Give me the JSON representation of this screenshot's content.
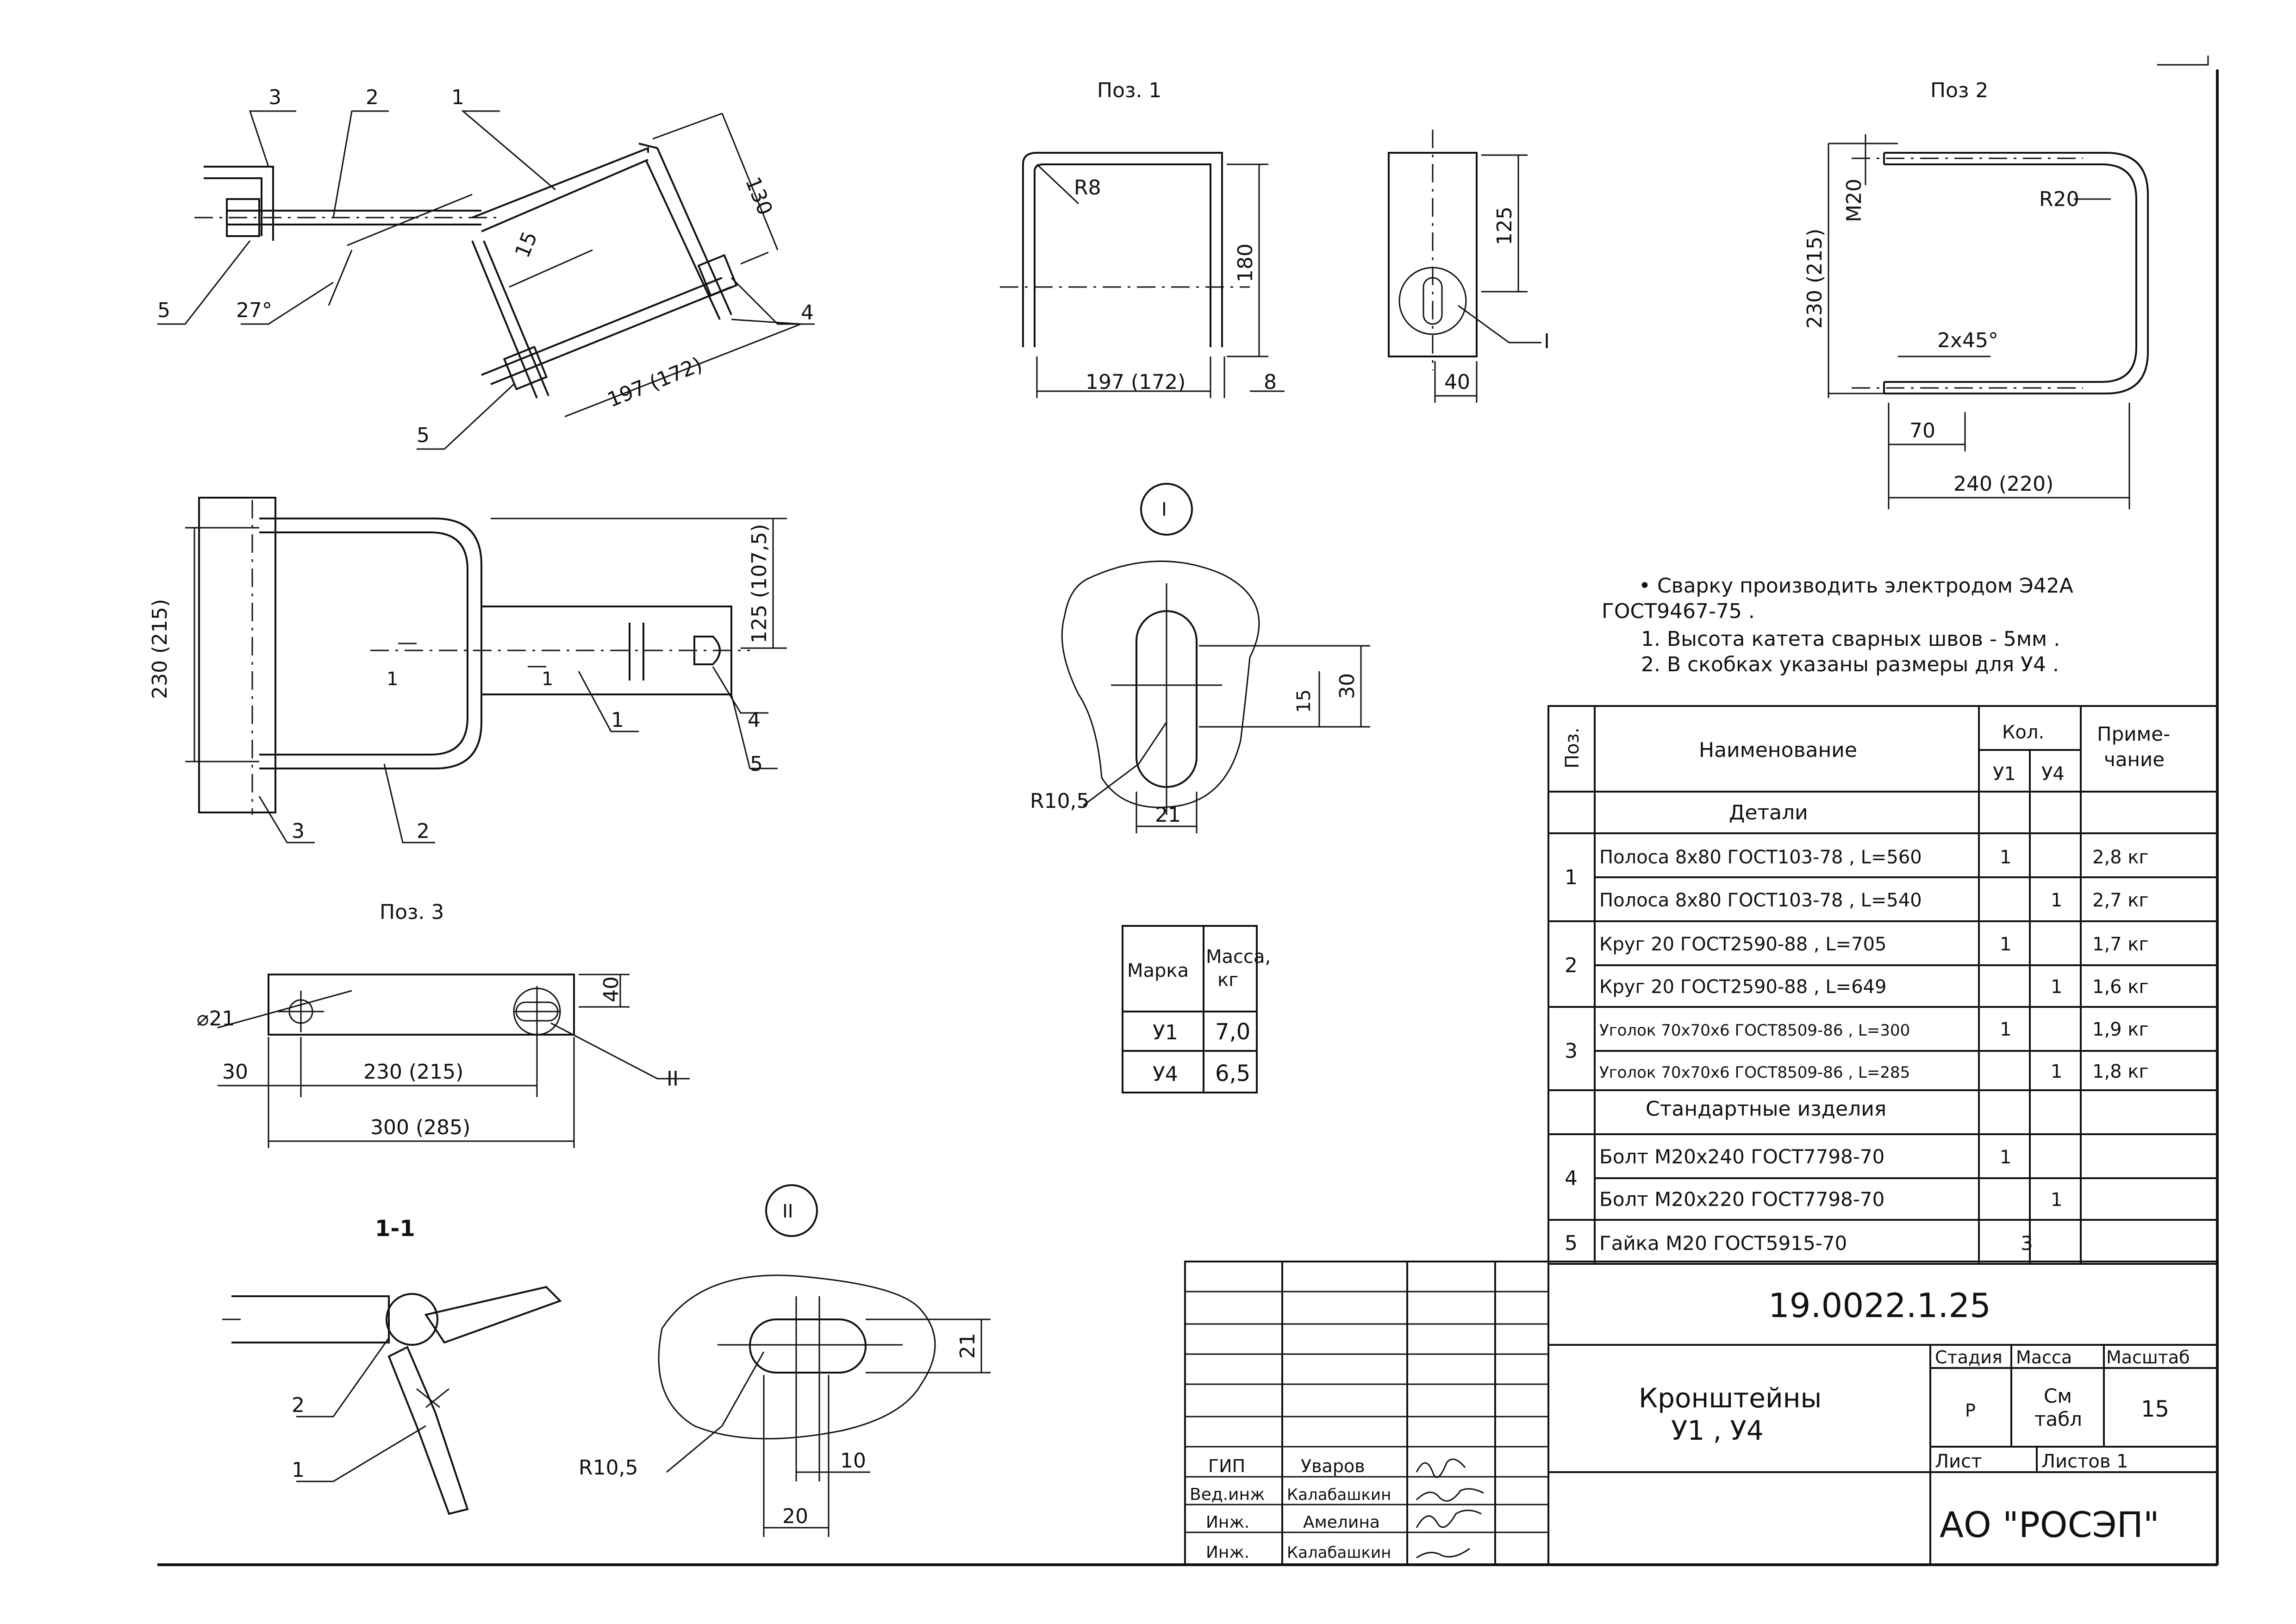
{
  "drawing": {
    "doc_code": "19.0022.1.25",
    "title_line1": "Кронштейны",
    "title_line2": "У1 , У4",
    "company": "АО  \"РОСЭП\"",
    "stage_header": "Стадия",
    "mass_header": "Масса",
    "scale_header": "Масштаб",
    "stage_value": "Р",
    "mass_value_1": "См",
    "mass_value_2": "табл",
    "scale_value": "15",
    "sheet_label": "Лист",
    "sheets_label": "Листов  1",
    "signatures": [
      {
        "role": "ГИП",
        "name": "Уваров"
      },
      {
        "role": "Вед.инж",
        "name": "Калабашкин"
      },
      {
        "role": "Инж.",
        "name": "Амелина"
      },
      {
        "role": "Инж.",
        "name": "Калабашкин"
      }
    ]
  },
  "notes": {
    "line1": "• Сварку производить электродом Э42А",
    "line2": "ГОСТ9467-75 .",
    "line3": "1. Высота катета сварных швов - 5мм .",
    "line4": "2. В скобках указаны  размеры для У4 ."
  },
  "spec_table": {
    "col_pos": "Поз.",
    "col_name": "Наименование",
    "col_qty": "Кол.",
    "col_u1": "У1",
    "col_u4": "У4",
    "col_note1": "Приме-",
    "col_note2": "чание",
    "section_details": "Детали",
    "section_standard": "Стандартные изделия",
    "rows": [
      {
        "pos": "1",
        "name": "Полоса  8х80  ГОСТ103-78 , L=560",
        "u1": "1",
        "u4": "",
        "note": "2,8  кг"
      },
      {
        "pos": "",
        "name": "Полоса  8х80  ГОСТ103-78 , L=540",
        "u1": "",
        "u4": "1",
        "note": "2,7  кг"
      },
      {
        "pos": "2",
        "name": "Круг  20  ГОСТ2590-88 , L=705",
        "u1": "1",
        "u4": "",
        "note": "1,7  кг"
      },
      {
        "pos": "",
        "name": "Круг  20  ГОСТ2590-88 , L=649",
        "u1": "",
        "u4": "1",
        "note": "1,6  кг"
      },
      {
        "pos": "3",
        "name": "Уголок 70х70х6 ГОСТ8509-86 , L=300",
        "u1": "1",
        "u4": "",
        "note": "1,9  кг"
      },
      {
        "pos": "",
        "name": "Уголок 70х70х6 ГОСТ8509-86 , L=285",
        "u1": "",
        "u4": "1",
        "note": "1,8  кг"
      },
      {
        "pos": "4",
        "name": "Болт  М20х240  ГОСТ7798-70",
        "u1": "1",
        "u4": "",
        "note": ""
      },
      {
        "pos": "",
        "name": "Болт  М20х220  ГОСТ7798-70",
        "u1": "",
        "u4": "1",
        "note": ""
      },
      {
        "pos": "5",
        "name": "Гайка  М20  ГОСТ5915-70",
        "u1": "3",
        "u4": "",
        "note": ""
      }
    ]
  },
  "mass_table": {
    "col_mark": "Марка",
    "col_mass1": "Масса,",
    "col_mass2": "кг",
    "rows": [
      {
        "mark": "У1",
        "mass": "7,0"
      },
      {
        "mark": "У4",
        "mass": "6,5"
      }
    ]
  },
  "views": {
    "pos1_title": "Поз. 1",
    "pos2_title": "Поз  2",
    "pos3_title": "Поз. 3",
    "section_title": "1-1",
    "detail_I": "I",
    "detail_II": "II"
  },
  "dims": {
    "iso_130": "130",
    "iso_15": "15",
    "iso_197": "197  (172)",
    "iso_27": "27°",
    "iso_l1": "1",
    "iso_l2": "2",
    "iso_l3": "3",
    "iso_l4": "4",
    "iso_l5a": "5",
    "iso_l5b": "5",
    "p1_r8": "R8",
    "p1_180": "180",
    "p1_197": "197  (172)",
    "p1_8": "8",
    "p1_125": "125",
    "p1_40": "40",
    "p1_I": "I",
    "p2_m20": "М20",
    "p2_r20": "R20",
    "p2_230": "230  (215)",
    "p2_chamfer": "2х45°",
    "p2_70": "70",
    "p2_240": "240  (220)",
    "fv_230": "230  (215)",
    "fv_125": "125  (107,5)",
    "fv_l1": "1",
    "fv_l2": "2",
    "fv_l3": "3",
    "fv_l4": "4",
    "fv_l5": "5",
    "fv_s1a": "1",
    "fv_s1b": "1",
    "dI_r105": "R10,5",
    "dI_21": "21",
    "dI_15": "15",
    "dI_30": "30",
    "p3_d21": "⌀21",
    "p3_40": "40",
    "p3_30": "30",
    "p3_230": "230  (215)",
    "p3_300": "300  (285)",
    "p3_II": "II",
    "s_l1": "1",
    "s_l2": "2",
    "dII_r105": "R10,5",
    "dII_21": "21",
    "dII_10": "10",
    "dII_20": "20"
  }
}
